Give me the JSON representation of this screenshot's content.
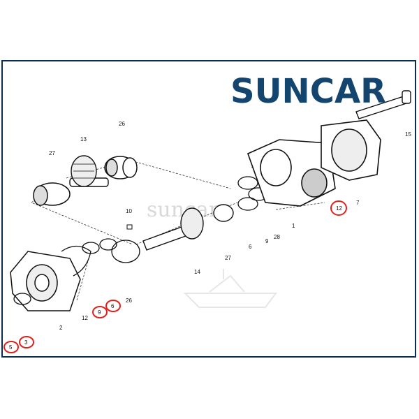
{
  "brand": {
    "name": "SUNCAR",
    "accent": "#13456e",
    "highlight": "#e0201b"
  },
  "watermark": "suncar",
  "callouts": {
    "c27a": "27",
    "c13": "13",
    "c26a": "26",
    "c10": "10",
    "c26b": "26",
    "c27b": "27",
    "c14": "14",
    "c15": "15",
    "c7": "7",
    "c12a": "12",
    "c1": "1",
    "c28": "28",
    "c9a": "9",
    "c6a": "6",
    "c12b": "12",
    "c9b": "9",
    "c6b": "6",
    "c2": "2",
    "c3": "3",
    "c5": "5"
  }
}
